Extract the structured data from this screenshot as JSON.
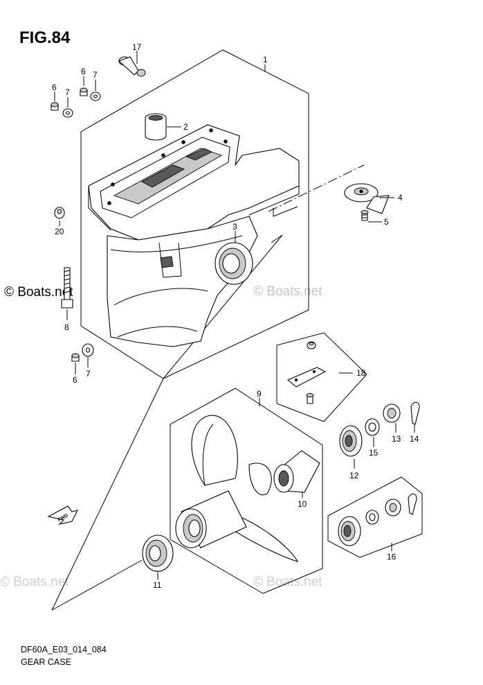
{
  "figure_title": "FIG.84",
  "footer": {
    "code": "DF60A_E03_014_084",
    "name": "GEAR CASE"
  },
  "watermark": {
    "text": "© Boats.net",
    "text_gray": "© Boats.net",
    "text_faint": "© Boats.net"
  },
  "callouts": {
    "p1": "1",
    "p2": "2",
    "p3": "3",
    "p4": "4",
    "p5": "5",
    "p6a": "6",
    "p6b": "6",
    "p6c": "6",
    "p7a": "7",
    "p7b": "7",
    "p7c": "7",
    "p8": "8",
    "p9": "9",
    "p10": "10",
    "p11": "11",
    "p12": "12",
    "p13": "13",
    "p14": "14",
    "p15": "15",
    "p16": "16",
    "p17": "17",
    "p18": "18",
    "p20": "20"
  },
  "fwd_badge": "FWD",
  "colors": {
    "line": "#000000",
    "shade": "#c9c9c9",
    "watermark": "#bdbdbd"
  }
}
